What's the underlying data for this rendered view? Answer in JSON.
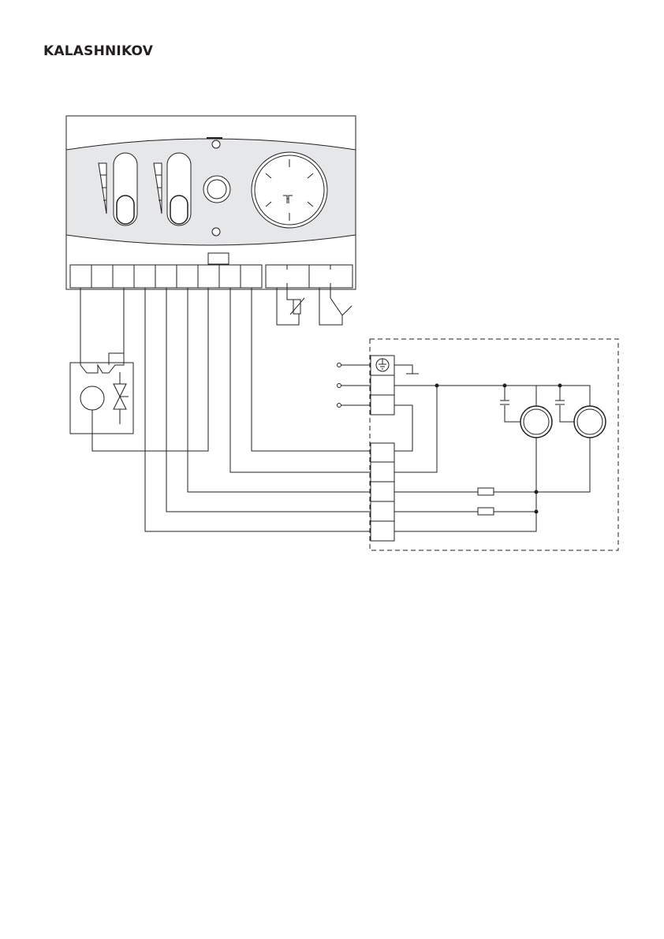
{
  "header": {
    "brand": "KALASHNIKOV"
  },
  "colors": {
    "line": "#231f20",
    "panel_fill": "#e6e7e8",
    "page_background": "#ffffff"
  },
  "diagram": {
    "control_panel": {
      "level_scales": 2,
      "knobs": 2,
      "dial_ticks": 6
    },
    "terminal_strip": {
      "main_terminals": 9,
      "side_terminals": 4
    },
    "unit_terminals": {
      "top_terminals": 3,
      "bottom_terminals": 5
    },
    "components": [
      "pump-motor",
      "valve",
      "thermistor",
      "switch",
      "ground",
      "capacitor",
      "fan-motor",
      "resistor"
    ]
  }
}
